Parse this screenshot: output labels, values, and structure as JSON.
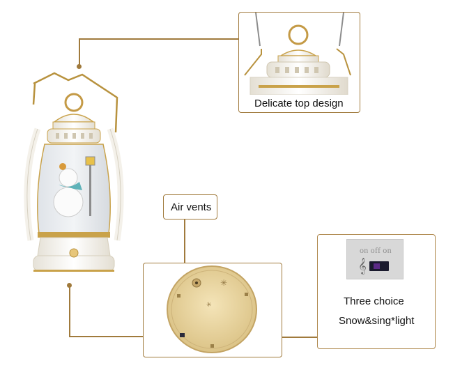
{
  "callouts": {
    "top_design": "Delicate top design",
    "air_vents": "Air vents",
    "three_choice": "Three choice",
    "modes": "Snow&sing*light"
  },
  "switch": {
    "labels": [
      "on",
      "off",
      "on"
    ],
    "clef_icon": "treble-clef-icon"
  },
  "colors": {
    "accent": "#a07a3c",
    "gold": "#c9a24a",
    "porcelain": "#f7f5ef"
  }
}
